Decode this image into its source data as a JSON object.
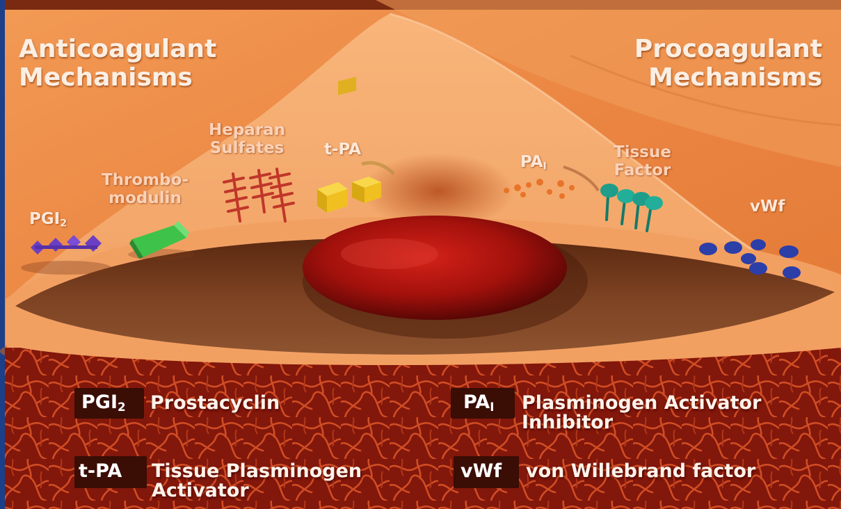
{
  "headings": {
    "anticoagulant": [
      "Anticoagulant",
      "Mechanisms"
    ],
    "procoagulant": [
      "Procoagulant",
      "Mechanisms"
    ]
  },
  "molecule_labels": {
    "pgi2": {
      "base": "PGI",
      "sub": "2"
    },
    "thrombomodulin": [
      "Thrombo-",
      "modulin"
    ],
    "heparan_sulfates": [
      "Heparan",
      "Sulfates"
    ],
    "tpa": "t-PA",
    "pai": {
      "base": "PA",
      "sub": "I"
    },
    "tissue_factor": [
      "Tissue",
      "Factor"
    ],
    "vwf": "vWf"
  },
  "key": [
    {
      "abbr_base": "PGI",
      "abbr_sub": "2",
      "definition": [
        "Prostacyclin"
      ]
    },
    {
      "abbr_base": "PA",
      "abbr_sub": "I",
      "definition": [
        "Plasminogen Activator",
        "Inhibitor"
      ]
    },
    {
      "abbr_base": "t-PA",
      "abbr_sub": "",
      "definition": [
        "Tissue Plasminogen",
        "Activator"
      ]
    },
    {
      "abbr_base": "vWf",
      "abbr_sub": "",
      "definition": [
        "von Willebrand factor"
      ]
    }
  ],
  "colors": {
    "border": "#1c3f8a",
    "cell_light": "#f4a361",
    "cell_dark": "#e07a34",
    "vessel_red": "#8e1a0c",
    "nucleus": "#9b0f0c",
    "pgi2_marker": "#6a3fc4",
    "thrombomodulin_marker": "#3fc24a",
    "heparan_marker": "#c0362a",
    "tpa_marker": "#f0c020",
    "pai_marker": "#e8742a",
    "tissue_factor_marker": "#1e9e8a",
    "vwf_marker": "#2c3ea8"
  }
}
